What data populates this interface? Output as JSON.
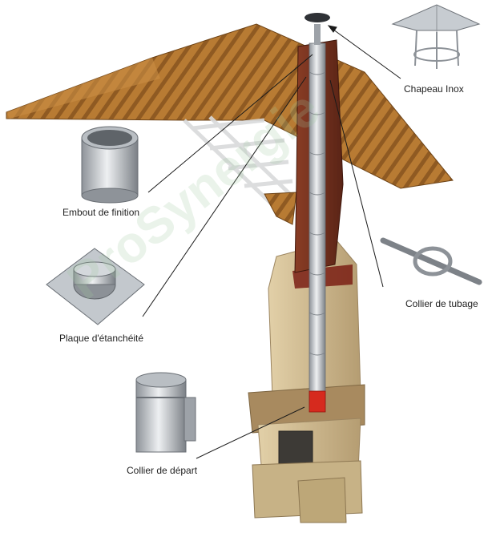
{
  "diagram": {
    "labels": {
      "chapeau": "Chapeau Inox",
      "embout": "Embout de finition",
      "plaque": "Plaque d'étanchéité",
      "collier_tubage": "Collier de tubage",
      "collier_depart": "Collier de départ"
    },
    "watermark": "ProSynergie"
  },
  "colors": {
    "roof_tile": "#b0762f",
    "chimney_brick": "#6f2f1f",
    "masonry": "#d8c49a",
    "steel": "#c4c8cc",
    "red_collar": "#d62a1e"
  }
}
